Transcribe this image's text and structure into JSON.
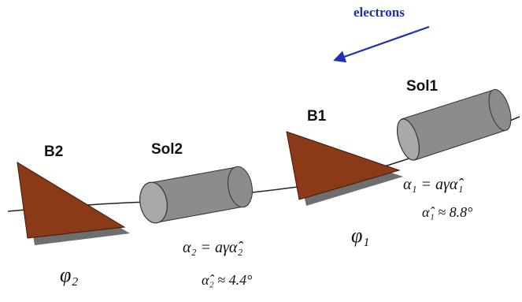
{
  "beam_label": "electrons",
  "elements": {
    "b1": {
      "label": "B1",
      "angle": "φ₁"
    },
    "b2": {
      "label": "B2",
      "angle": "φ₂"
    },
    "sol1": {
      "label": "Sol1",
      "formula": "α₁ = aγα̂₁",
      "approx": "α̂₁ ≈ 8.8°"
    },
    "sol2": {
      "label": "Sol2",
      "formula": "α₂ = aγα̂₂",
      "approx": "α̂₂ ≈ 4.4°"
    }
  },
  "colors": {
    "magnet": "#8B3A17",
    "solenoid": "#8C8C8C",
    "arrow": "#1F2FAF",
    "beam": "#222222",
    "shadow": "#6E6E6E"
  }
}
